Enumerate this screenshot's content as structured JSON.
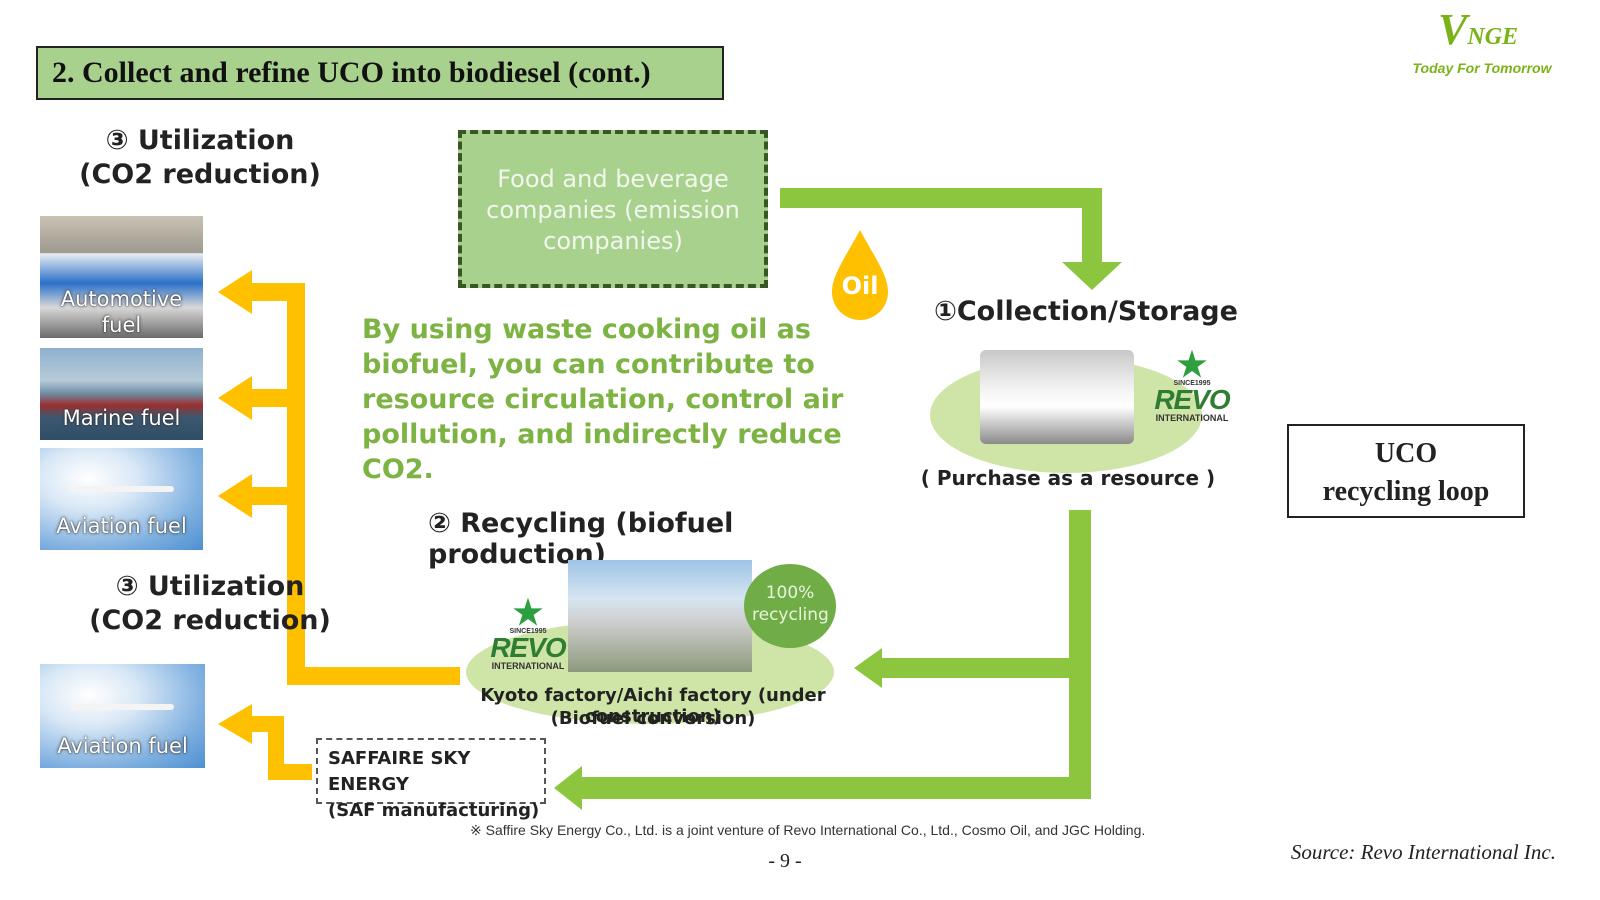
{
  "title": "2. Collect and refine UCO into biodiesel (cont.)",
  "logo": {
    "letter": "V",
    "text": "NGE",
    "tagline": "Today For Tomorrow"
  },
  "utilization_top": {
    "line1": "③ Utilization",
    "line2": "(CO2 reduction)"
  },
  "utilization_bottom": {
    "line1": "③ Utilization",
    "line2": "(CO2 reduction)"
  },
  "fuels": {
    "automotive": "Automotive fuel",
    "marine": "Marine fuel",
    "aviation": "Aviation fuel",
    "aviation_saf": "Aviation fuel"
  },
  "food_box": "Food and beverage companies (emission companies)",
  "oil_label": "Oil",
  "message": "By using waste cooking oil as biofuel, you can contribute to resource circulation, control air pollution, and indirectly reduce CO2.",
  "collection": {
    "title": "①Collection/Storage",
    "caption": "( Purchase as a resource )"
  },
  "recycling": {
    "title": "② Recycling (biofuel production)",
    "badge": "100% recycling",
    "caption1": "Kyoto factory/Aichi factory (under construction)",
    "caption2": "(Biofuel conversion)"
  },
  "revo_logo": {
    "since": "SINCE1995",
    "name": "REVO",
    "intl": "INTERNATIONAL"
  },
  "uco_box": {
    "line1": "UCO",
    "line2": "recycling loop"
  },
  "saf": {
    "line1": "SAFFAIRE SKY ENERGY",
    "line2": "(SAF manufacturing)"
  },
  "footnote": "※ Saffire Sky Energy Co., Ltd. is a joint venture of Revo International Co., Ltd., Cosmo Oil, and JGC Holding.",
  "page_number": "- 9 -",
  "source": "Source: Revo International Inc.",
  "colors": {
    "green_arrow": "#8cc63f",
    "yellow_arrow": "#ffc000",
    "title_bg": "#a9d18e",
    "message_text": "#7cb342",
    "oil_drop": "#ffc000"
  }
}
